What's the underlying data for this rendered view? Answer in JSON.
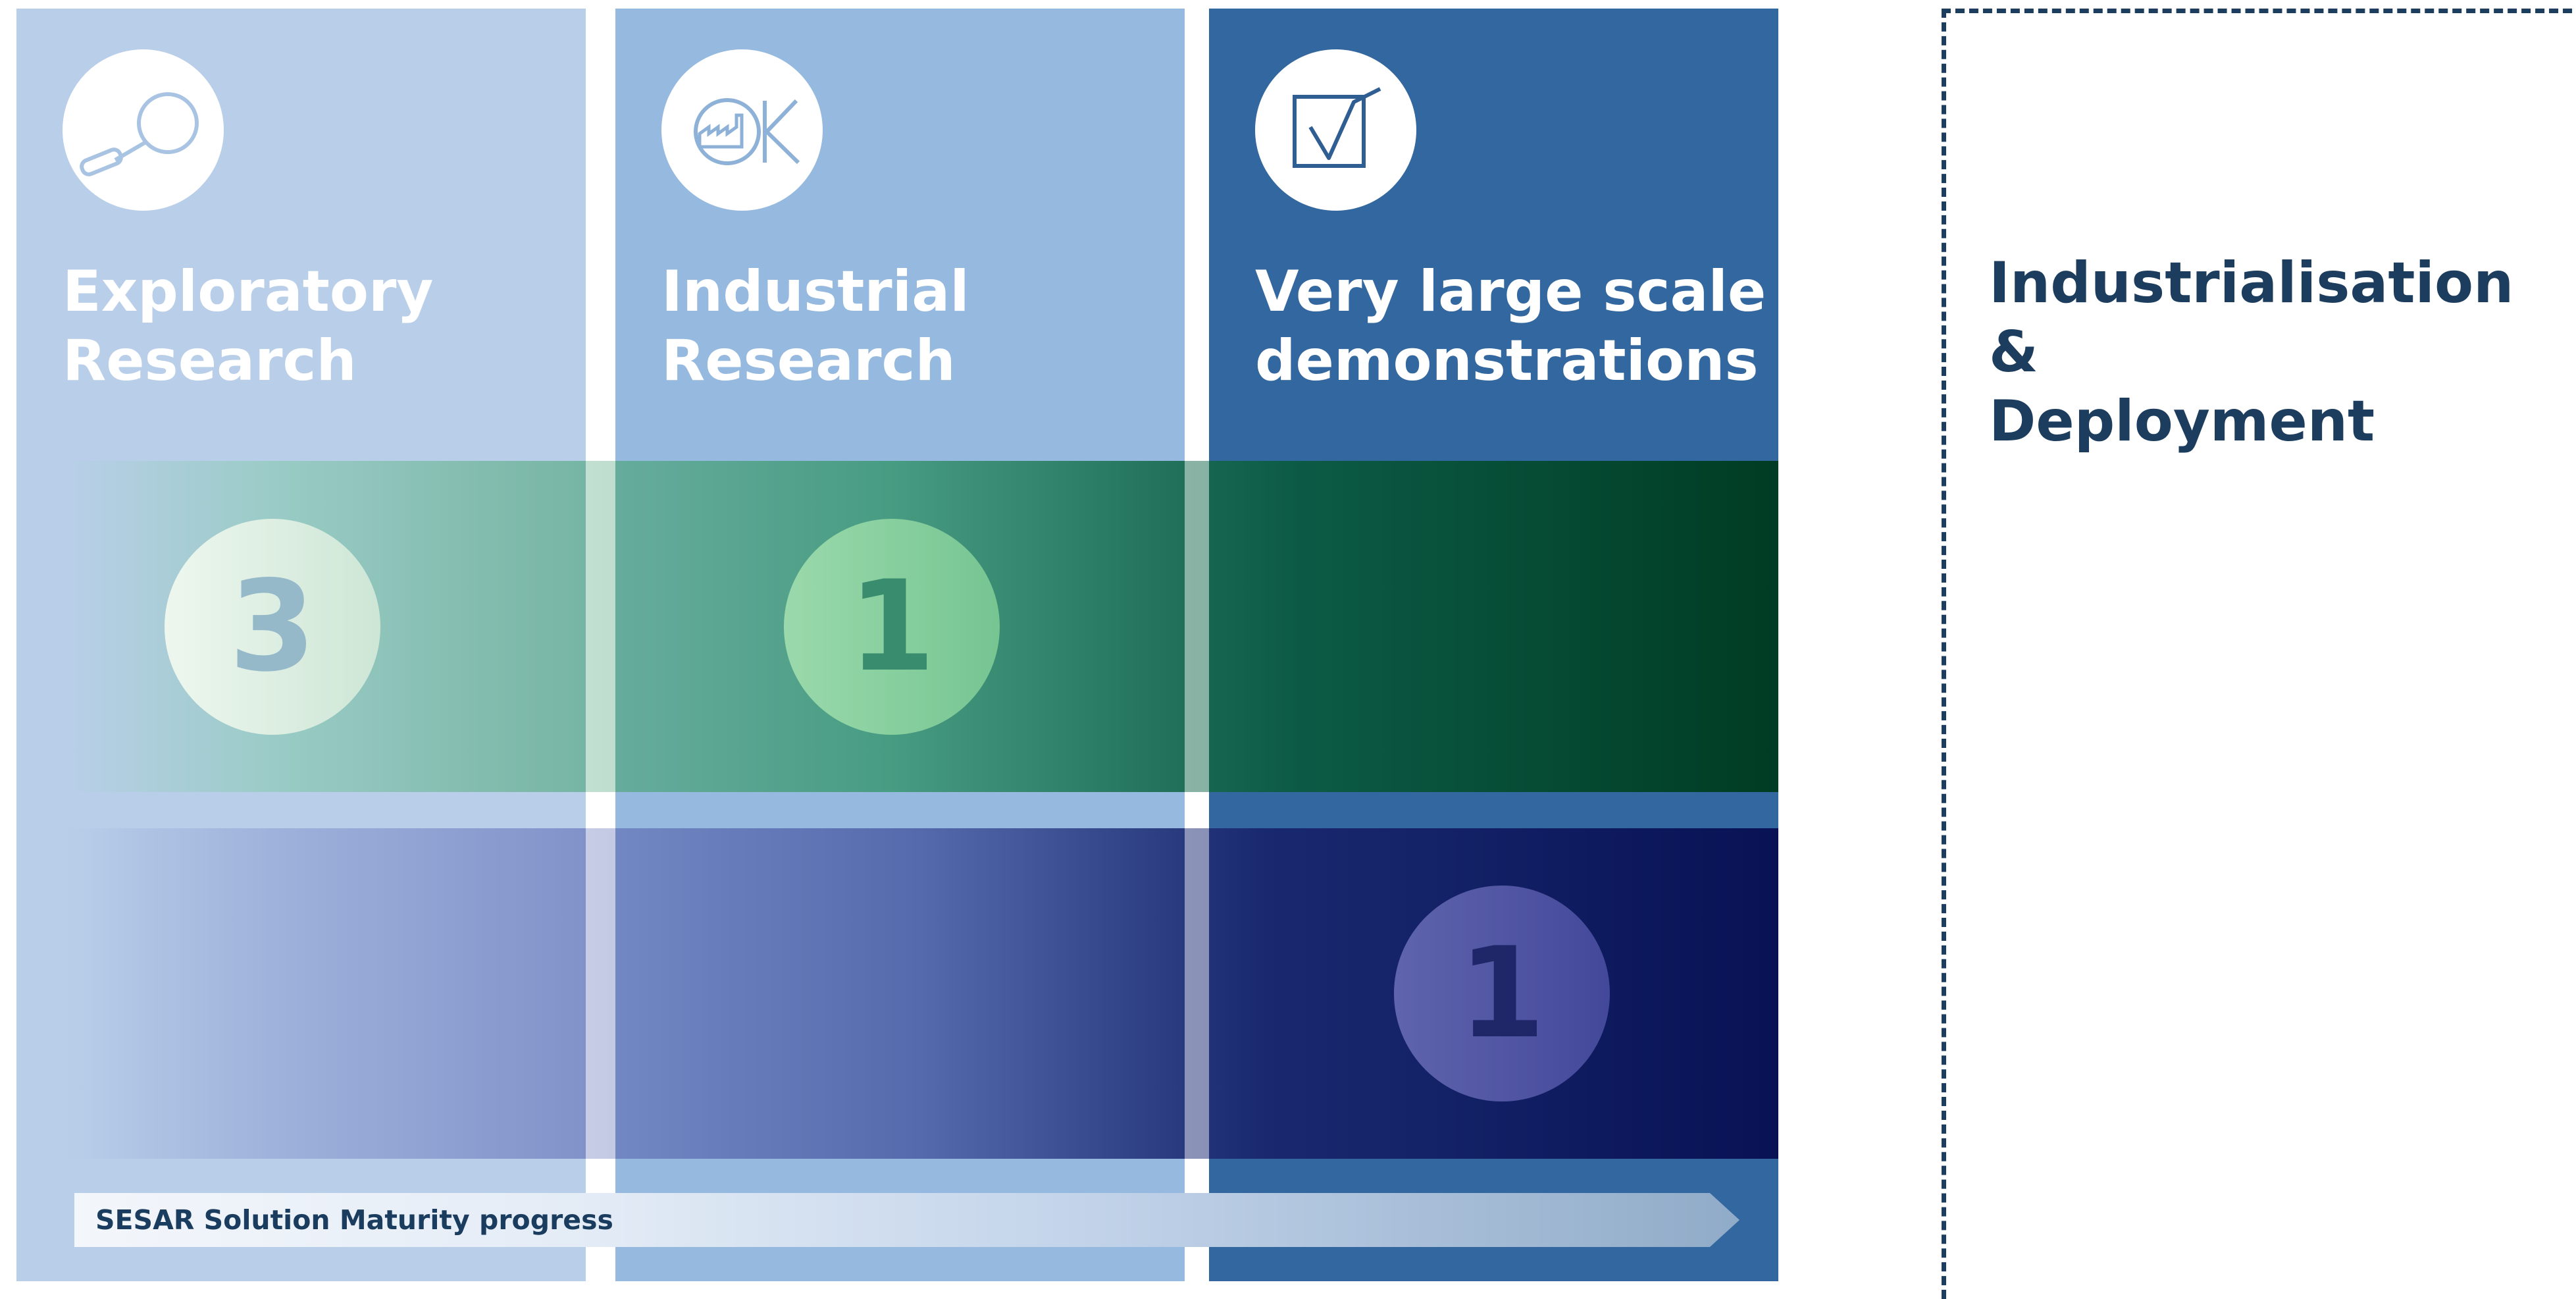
{
  "columns": [
    {
      "title": "Exploratory\nResearch",
      "icon": "magnifier-icon",
      "color": "#b9cfe9"
    },
    {
      "title": "Industrial\nResearch",
      "icon": "factory-ok-icon",
      "color": "#96b9df"
    },
    {
      "title": "Very large scale\ndemonstrations",
      "icon": "checkbox-icon",
      "color": "#33679f"
    }
  ],
  "counts": {
    "exploratory_green": "3",
    "industrial_green": "1",
    "vlsd_blue": "1"
  },
  "progress": {
    "label": "SESAR Solution Maturity progress"
  },
  "deployment": {
    "title": "Industrialisation &\nDeployment",
    "color": "#1c3d5e"
  }
}
